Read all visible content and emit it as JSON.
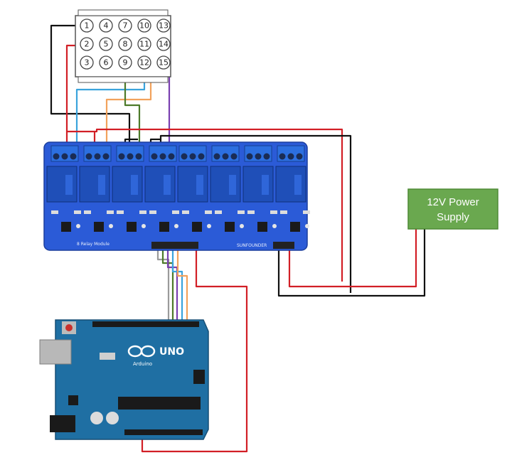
{
  "connector": {
    "pins": [
      {
        "label": "1"
      },
      {
        "label": "4"
      },
      {
        "label": "7"
      },
      {
        "label": "10"
      },
      {
        "label": "13"
      },
      {
        "label": "2"
      },
      {
        "label": "5"
      },
      {
        "label": "8"
      },
      {
        "label": "11"
      },
      {
        "label": "14"
      },
      {
        "label": "3"
      },
      {
        "label": "6"
      },
      {
        "label": "9"
      },
      {
        "label": "12"
      },
      {
        "label": "15"
      }
    ]
  },
  "relay_module": {
    "label": "8 Relay Module",
    "brand": "SUNFOUNDER",
    "relay_count": 8
  },
  "power_supply": {
    "line1": "12V Power",
    "line2": "Supply",
    "color": "#6aa84f"
  },
  "arduino": {
    "model": "UNO",
    "brand": "Arduino",
    "color": "#1f6fa3"
  },
  "colors": {
    "board_blue": "#2b5bd7",
    "relay_blue": "#1f4fb8",
    "terminal_blue": "#2c6fe0",
    "wire_black": "#111111",
    "wire_red": "#d21f26",
    "wire_light_blue": "#3aa3dc",
    "wire_orange": "#f2a25c",
    "wire_green": "#4d7a2a",
    "wire_purple": "#7a3fb0"
  }
}
